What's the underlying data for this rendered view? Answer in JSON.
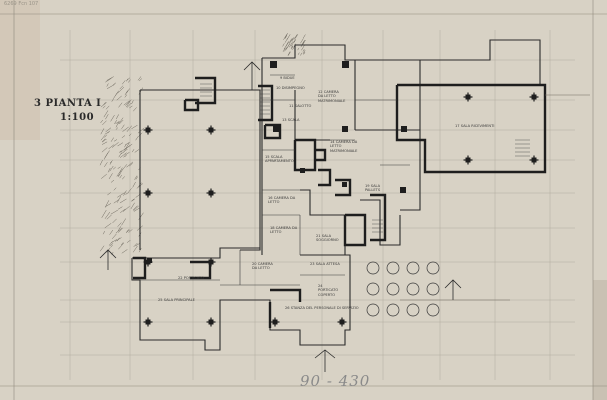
{
  "sheet": {
    "corner_note": "6269   Fcn 107",
    "title_number": "3",
    "title": "PIANTA I",
    "scale": "1:100",
    "handwritten_note": "90 - 430"
  },
  "rooms": [
    {
      "id": "r1",
      "label": "9 BIDUE"
    },
    {
      "id": "r2",
      "label": "10 DISIMPEGNO"
    },
    {
      "id": "r3",
      "label": "11 SALOTTO"
    },
    {
      "id": "r4",
      "label": "12 CAMERA DA LETTO MATRIMONIALE"
    },
    {
      "id": "r5",
      "label": "13 SCALA"
    },
    {
      "id": "r6",
      "label": "14 CAMERA DA LETTO MATRIMONIALE"
    },
    {
      "id": "r7",
      "label": "15 SCALA APPARTAMENTO"
    },
    {
      "id": "r8",
      "label": "16 CAMERA DA LETTO"
    },
    {
      "id": "r9",
      "label": "17 SALA RICEVIMENTI"
    },
    {
      "id": "r10",
      "label": "18 CAMERA DA LETTO"
    },
    {
      "id": "r11",
      "label": "19 SALA PALLETS"
    },
    {
      "id": "r12",
      "label": "20 CAMERA DA LETTO"
    },
    {
      "id": "r13",
      "label": "21 SALA SOGGIORNO"
    },
    {
      "id": "r14",
      "label": "22 PORTICATO"
    },
    {
      "id": "r15",
      "label": "23 SALA ATTESA"
    },
    {
      "id": "r16",
      "label": "24 PORTICATO COPERTO"
    },
    {
      "id": "r17",
      "label": "25 SALA PRINCIPALE"
    },
    {
      "id": "r18",
      "label": "26 STANZA DEL PERSONALE DI SERVIZIO"
    }
  ],
  "colors": {
    "paper": "#d8d2c5",
    "grid": "#a9a397",
    "wall": "#2b2b2b",
    "vegetation": "#6f6a60"
  }
}
